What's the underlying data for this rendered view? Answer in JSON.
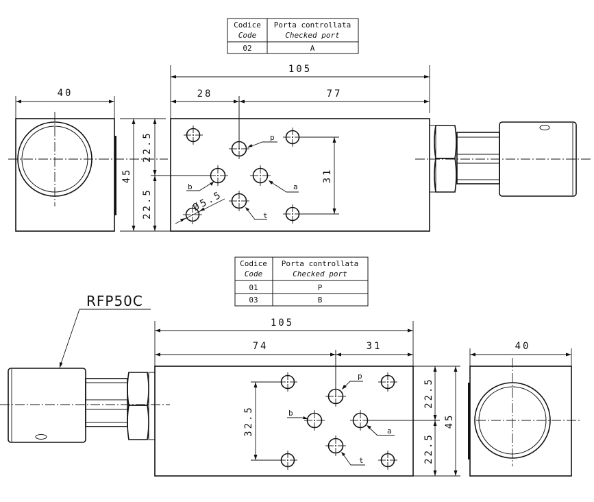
{
  "top_view": {
    "table": {
      "header_code": "Codice",
      "header_code_en": "Code",
      "header_port": "Porta controllata",
      "header_port_en": "Checked port",
      "rows": [
        {
          "code": "02",
          "port": "A"
        }
      ]
    },
    "dims": {
      "overall_length": "105",
      "p_offset": "28",
      "p_remaining": "77",
      "end_width": "40",
      "height": "45",
      "half_upper": "22.5",
      "half_lower": "22.5",
      "mount_spacing": "31",
      "hole_diameter": "Ø5.5"
    },
    "ports": {
      "p": "p",
      "a": "a",
      "b": "b",
      "t": "t"
    }
  },
  "bottom_view": {
    "model": "RFP50C",
    "table": {
      "header_code": "Codice",
      "header_code_en": "Code",
      "header_port": "Porta controllata",
      "header_port_en": "Checked port",
      "rows": [
        {
          "code": "01",
          "port": "P"
        },
        {
          "code": "03",
          "port": "B"
        }
      ]
    },
    "dims": {
      "overall_length": "105",
      "p_offset": "74",
      "p_remaining": "31",
      "end_width": "40",
      "height": "45",
      "half_upper": "22.5",
      "half_lower": "22.5",
      "mount_spacing": "32.5"
    },
    "ports": {
      "p": "p",
      "a": "a",
      "b": "b",
      "t": "t"
    }
  }
}
